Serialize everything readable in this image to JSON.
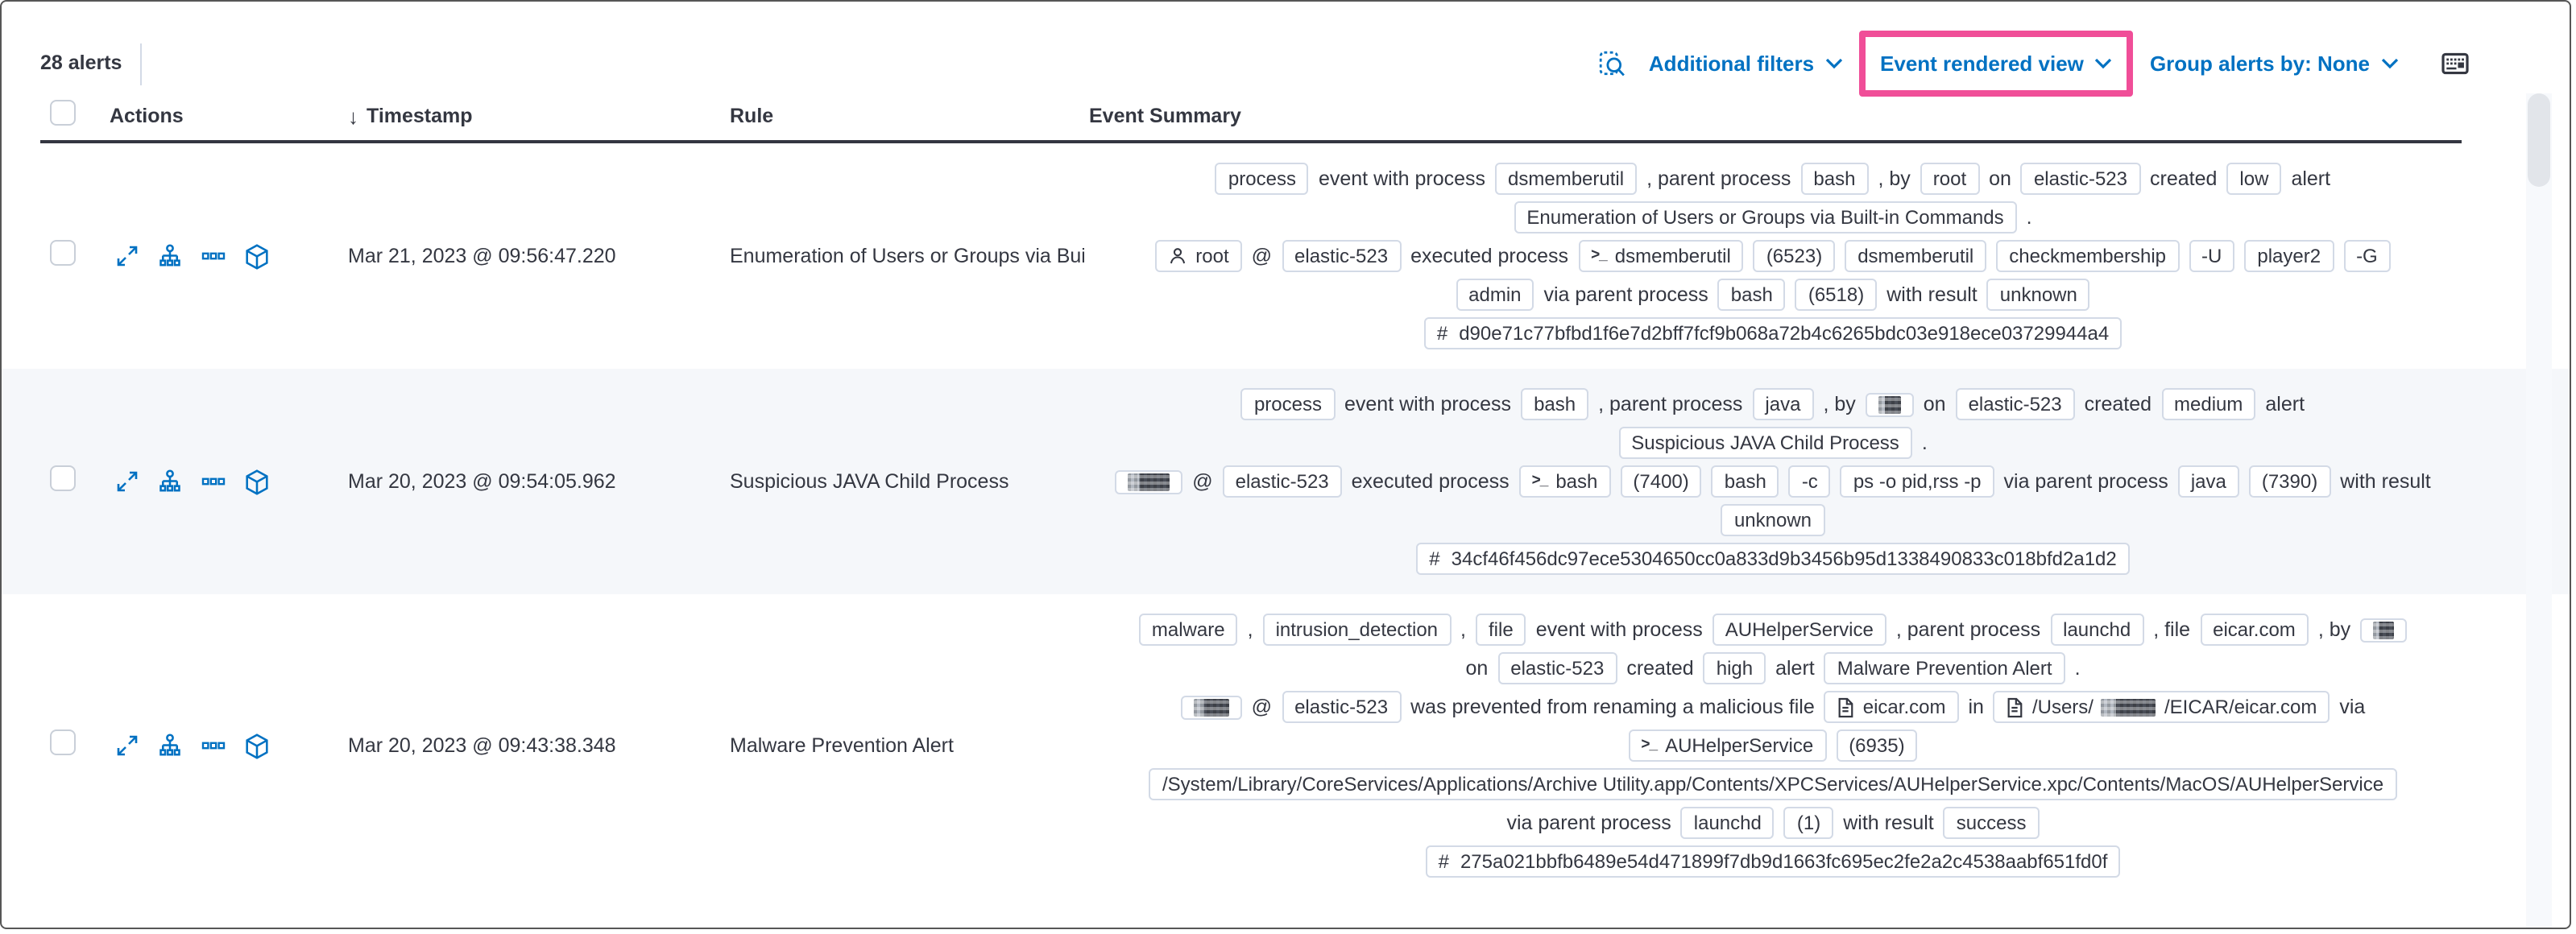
{
  "toolbar": {
    "alert_count": "28 alerts",
    "additional_filters_label": "Additional filters",
    "view_selector_label": "Event rendered view",
    "group_by_label": "Group alerts by: None"
  },
  "colors": {
    "highlight_pink": "#F04E98",
    "link_blue": "#0071C2",
    "text": "#343741",
    "badge_border": "#D3DAE6",
    "stripe": "#F5F7FA"
  },
  "table": {
    "headers": {
      "actions": "Actions",
      "sort_glyph": "↓",
      "timestamp": "Timestamp",
      "rule": "Rule",
      "event_summary": "Event Summary"
    },
    "rows": [
      {
        "timestamp": "Mar 21, 2023 @ 09:56:47.220",
        "rule": "Enumeration of Users or Groups via Bui",
        "summary": [
          [
            {
              "badge": "process"
            },
            {
              "t": "event with process"
            },
            {
              "badge": "dsmemberutil"
            },
            {
              "t": ", parent process"
            },
            {
              "badge": "bash"
            },
            {
              "t": ", by"
            },
            {
              "badge": "root"
            },
            {
              "t": "on"
            },
            {
              "badge": "elastic-523"
            },
            {
              "t": "created"
            },
            {
              "badge": "low"
            },
            {
              "t": "alert"
            }
          ],
          [
            {
              "badge": "Enumeration of Users or Groups via Built-in Commands"
            },
            {
              "t": "."
            }
          ],
          [
            {
              "badge": "root",
              "icon": "user"
            },
            {
              "t": "@"
            },
            {
              "badge": "elastic-523"
            },
            {
              "t": "executed process"
            },
            {
              "badge": "dsmemberutil",
              "icon": "terminal"
            },
            {
              "badge": "(6523)"
            },
            {
              "badge": "dsmemberutil"
            },
            {
              "badge": "checkmembership"
            },
            {
              "badge": "-U"
            },
            {
              "badge": "player2"
            },
            {
              "badge": "-G"
            }
          ],
          [
            {
              "badge": "admin"
            },
            {
              "t": "via parent process"
            },
            {
              "badge": "bash"
            },
            {
              "badge": "(6518)"
            },
            {
              "t": "with result"
            },
            {
              "badge": "unknown"
            }
          ],
          [
            {
              "badge": "d90e71c77bfbd1f6e7d2bff7fcf9b068a72b4c6265bdc03e918ece03729944a4",
              "icon": "hash"
            }
          ]
        ]
      },
      {
        "timestamp": "Mar 20, 2023 @ 09:54:05.962",
        "rule": "Suspicious JAVA Child Process",
        "summary": [
          [
            {
              "badge": "process"
            },
            {
              "t": "event with process"
            },
            {
              "badge": "bash"
            },
            {
              "t": ", parent process"
            },
            {
              "badge": "java"
            },
            {
              "t": ", by"
            },
            {
              "redact": 14
            },
            {
              "t": "on"
            },
            {
              "badge": "elastic-523"
            },
            {
              "t": "created"
            },
            {
              "badge": "medium"
            },
            {
              "t": "alert"
            }
          ],
          [
            {
              "badge": "Suspicious JAVA Child Process"
            },
            {
              "t": "."
            }
          ],
          [
            {
              "redact": 26
            },
            {
              "t": "@"
            },
            {
              "badge": "elastic-523"
            },
            {
              "t": "executed process"
            },
            {
              "badge": "bash",
              "icon": "terminal"
            },
            {
              "badge": "(7400)"
            },
            {
              "badge": "bash"
            },
            {
              "badge": "-c"
            },
            {
              "badge": "ps -o pid,rss -p"
            },
            {
              "t": "via parent process"
            },
            {
              "badge": "java"
            },
            {
              "badge": "(7390)"
            },
            {
              "t": "with result"
            }
          ],
          [
            {
              "badge": "unknown"
            }
          ],
          [
            {
              "badge": "34cf46f456dc97ece5304650cc0a833d9b3456b95d1338490833c018bfd2a1d2",
              "icon": "hash"
            }
          ]
        ]
      },
      {
        "timestamp": "Mar 20, 2023 @ 09:43:38.348",
        "rule": "Malware Prevention Alert",
        "summary": [
          [
            {
              "badge": "malware"
            },
            {
              "t": ","
            },
            {
              "badge": "intrusion_detection"
            },
            {
              "t": ","
            },
            {
              "badge": "file"
            },
            {
              "t": "event with process"
            },
            {
              "badge": "AUHelperService"
            },
            {
              "t": ", parent process"
            },
            {
              "badge": "launchd"
            },
            {
              "t": ", file"
            },
            {
              "badge": "eicar.com"
            },
            {
              "t": ", by"
            },
            {
              "redact": 13
            }
          ],
          [
            {
              "t": "on"
            },
            {
              "badge": "elastic-523"
            },
            {
              "t": "created"
            },
            {
              "badge": "high"
            },
            {
              "t": "alert"
            },
            {
              "badge": "Malware Prevention Alert"
            },
            {
              "t": "."
            }
          ],
          [
            {
              "redact": 22
            },
            {
              "t": "@"
            },
            {
              "badge": "elastic-523"
            },
            {
              "t": "was prevented from renaming a malicious file"
            },
            {
              "badge": "eicar.com",
              "icon": "file"
            },
            {
              "t": "in"
            },
            {
              "icon": "file",
              "pre": "/Users/",
              "redact": 34,
              "post": "/EICAR/eicar.com"
            },
            {
              "t": "via"
            }
          ],
          [
            {
              "badge": "AUHelperService",
              "icon": "terminal"
            },
            {
              "badge": "(6935)"
            }
          ],
          [
            {
              "badge": "/System/Library/CoreServices/Applications/Archive Utility.app/Contents/XPCServices/AUHelperService.xpc/Contents/MacOS/AUHelperService"
            }
          ],
          [
            {
              "t": "via parent process"
            },
            {
              "badge": "launchd"
            },
            {
              "badge": "(1)"
            },
            {
              "t": "with result"
            },
            {
              "badge": "success"
            }
          ],
          [
            {
              "badge": "275a021bbfb6489e54d471899f7db9d1663fc695ec2fe2a2c4538aabf651fd0f",
              "icon": "hash"
            }
          ]
        ]
      }
    ]
  }
}
